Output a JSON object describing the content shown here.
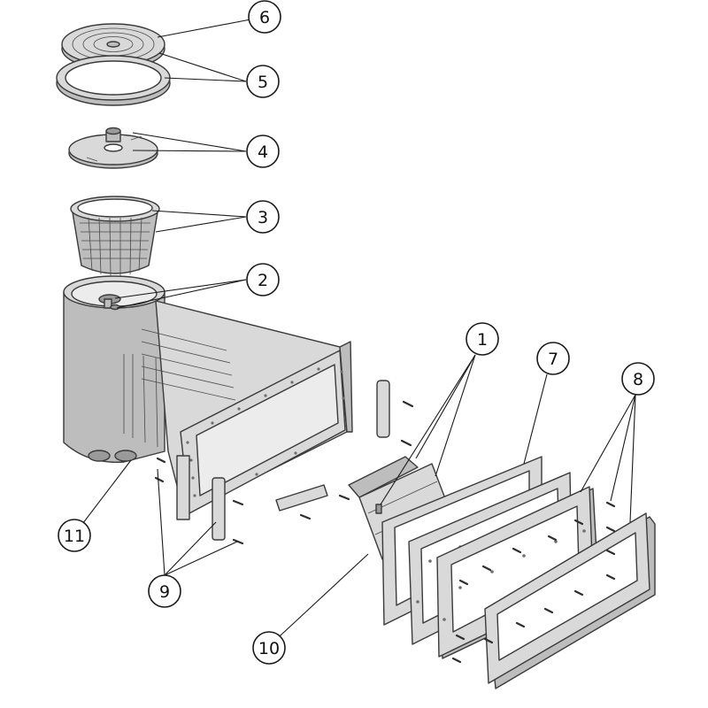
{
  "callouts": [
    "1",
    "2",
    "3",
    "4",
    "5",
    "6",
    "7",
    "8",
    "9",
    "10",
    "11"
  ],
  "colors": {
    "line": "#1a1a1a",
    "part_fill_light": "#d9d9d9",
    "part_fill_mid": "#bdbdbd",
    "part_fill_dark": "#9a9a9a",
    "background": "#ffffff"
  }
}
